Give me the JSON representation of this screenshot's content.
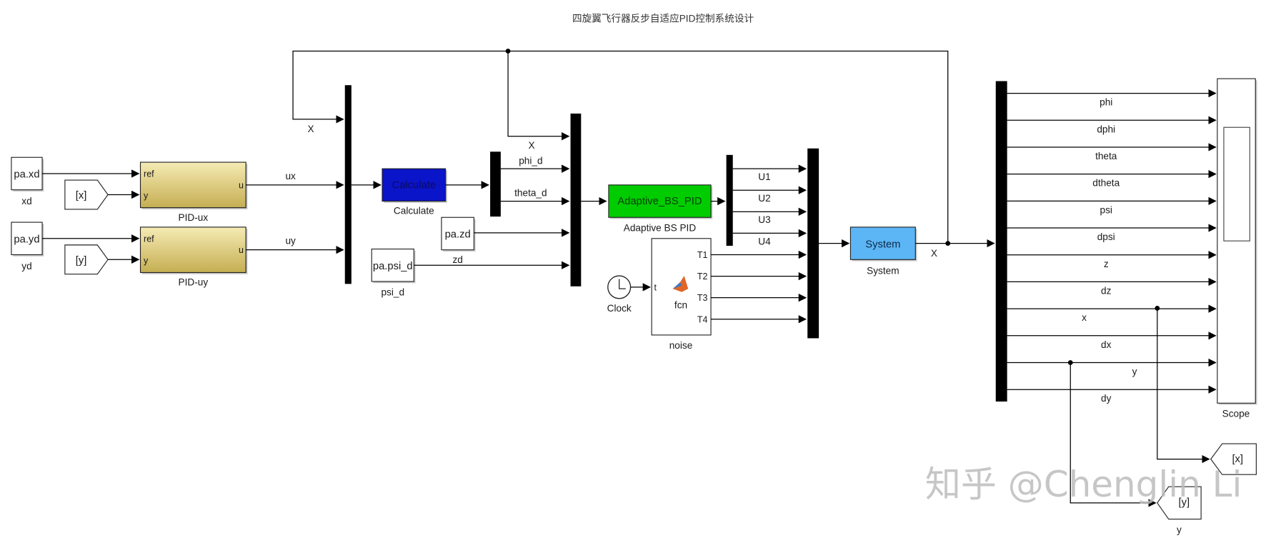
{
  "title": "四旋翼飞行器反步自适应PID控制系统设计",
  "watermark": "知乎 @Chenglin Li",
  "colors": {
    "pid_block_top": "#f3e7a8",
    "pid_block_bottom": "#c8b45a",
    "calculate_block": "#0a14c8",
    "adaptive_block": "#00cc00",
    "system_block": "#5cb6f5",
    "wire": "#000000"
  },
  "blocks": {
    "xd_const": {
      "text": "pa.xd",
      "label": "xd"
    },
    "yd_const": {
      "text": "pa.yd",
      "label": "yd"
    },
    "from_x": {
      "text": "[x]"
    },
    "from_y": {
      "text": "[y]"
    },
    "pid_ux": {
      "label": "PID-ux",
      "port_ref": "ref",
      "port_y": "y",
      "port_u": "u"
    },
    "pid_uy": {
      "label": "PID-uy",
      "port_ref": "ref",
      "port_y": "y",
      "port_u": "u"
    },
    "calculate": {
      "text": "Calculate",
      "label": "Calculate"
    },
    "zd_const": {
      "text": "pa.zd",
      "label": "zd"
    },
    "psi_d_const": {
      "text": "pa.psi_d",
      "label": "psi_d"
    },
    "adaptive": {
      "text": "Adaptive_BS_PID",
      "label": "Adaptive BS PID"
    },
    "clock": {
      "label": "Clock"
    },
    "noise": {
      "text": "fcn",
      "label": "noise",
      "port_in": "t",
      "ports_out": [
        "T1",
        "T2",
        "T3",
        "T4"
      ]
    },
    "system": {
      "text": "System",
      "label": "System"
    },
    "scope": {
      "label": "Scope"
    },
    "goto_x": {
      "text": "[x]"
    },
    "goto_y": {
      "text": "[y]",
      "label": "y"
    }
  },
  "signals": {
    "ux": "ux",
    "uy": "uy",
    "x_feedback_1": "X",
    "x_feedback_2": "X",
    "phi_d": "phi_d",
    "theta_d": "theta_d",
    "zd": "zd",
    "u_outputs": [
      "U1",
      "U2",
      "U3",
      "U4"
    ],
    "system_out": "X",
    "scope_inputs": [
      "phi",
      "dphi",
      "theta",
      "dtheta",
      "psi",
      "dpsi",
      "z",
      "dz",
      "x",
      "dx",
      "y",
      "dy"
    ]
  }
}
